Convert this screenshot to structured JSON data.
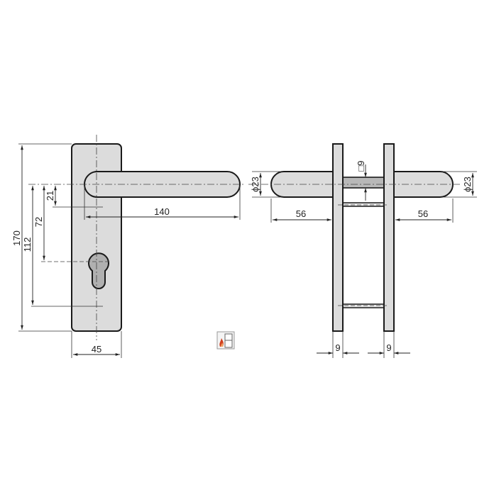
{
  "diagram": {
    "subject": "door lever handle set on long backplate with profile cylinder hole",
    "colors": {
      "part_fill": "#dcdcdc",
      "outline": "#1a1a1a",
      "dim_line": "#333333",
      "spindle_fill": "#b8b8b8",
      "fire_icon_red": "#d04020"
    },
    "front_view": {
      "dimensions": {
        "plate_height": "170",
        "lever_to_bottom_line": "112",
        "lever_to_cylinder": "72",
        "lever_to_ref": "21",
        "lever_length": "140",
        "plate_width": "45"
      }
    },
    "side_view": {
      "dimensions": {
        "lever_diameter_left": "ϕ23",
        "lever_diameter_right": "ϕ23",
        "spindle_square": "□9",
        "lever_projection_left": "56",
        "lever_projection_right": "56",
        "plate_thickness_left": "9",
        "plate_thickness_right": "9"
      }
    },
    "icons": {
      "fire_rated": "fire-protection-door-icon"
    }
  }
}
